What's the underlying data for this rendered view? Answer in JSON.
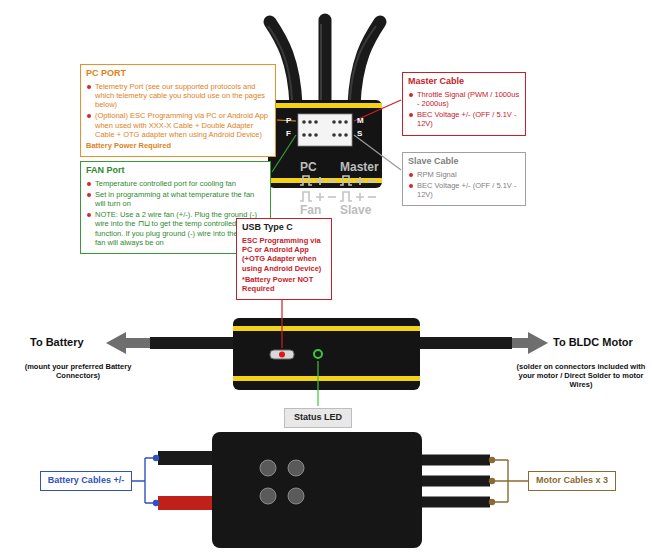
{
  "diagram": {
    "nodes": [
      {
        "text": [
          "PC PORT",
          "Telemetry Port (see our supported protocols and which telemetry cable you should use on the pages below)",
          "(Optional) ESC Programming via PC or Android App when used with XXX-X Cable + Double Adapter Cable + OTG adapter when using Android Device)",
          "Battery Power Required"
        ]
      },
      {
        "text": [
          "FAN Port",
          "Temperature controlled port for cooling fan",
          "Set in programming at what temperature the fan will turn on",
          "NOTE: Use a 2 wire fan (+/-). Plug the ground (-) wire into the ⊓⊔ to get the temp controlled function. If you plug ground (-) wire into the - pin, fan will always be on"
        ]
      },
      {
        "text": [
          "Master Cable",
          "Throttle Signal (PWM / 1000us - 2000us)",
          "BEC Voltage +/- (OFF / 5.1V - 12V)"
        ]
      },
      {
        "text": [
          "Slave Cable",
          "RPM Signal",
          "BEC Voltage +/- (OFF / 5.1V - 12V)"
        ]
      },
      {
        "text": [
          "USB Type C",
          "ESC Programming via PC or Android App (+OTG Adapter when using Android Device)",
          "*Battery Power NOT Required"
        ]
      },
      {
        "text": [
          "Status LED"
        ]
      },
      {
        "text": [
          "Battery Cables +/-"
        ]
      },
      {
        "text": [
          "Motor Cables x 3"
        ]
      }
    ],
    "labels": [
      "P",
      "F",
      "M",
      "S",
      "PC",
      "Master",
      "Fan",
      "Slave",
      "To Battery",
      "(mount your preferred Battery Connectors)",
      "To BLDC Motor",
      "(solder on connectors included with your motor / Direct Solder to motor Wires)"
    ]
  }
}
